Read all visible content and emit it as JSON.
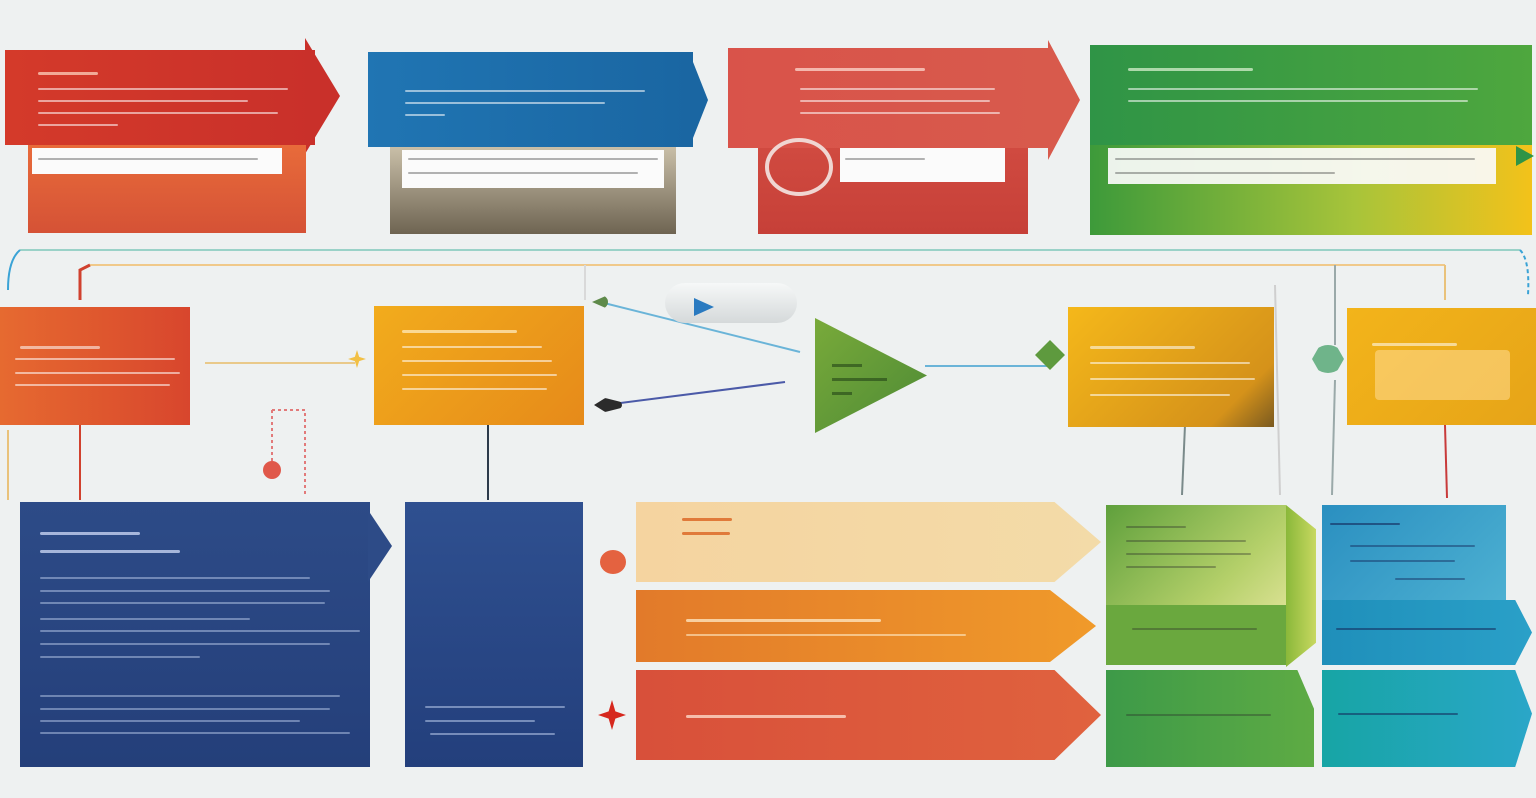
{
  "diagram": {
    "top_banners": [
      {
        "id": "banner-red",
        "color": "#d0412e"
      },
      {
        "id": "banner-blue",
        "color": "#1f6fa8"
      },
      {
        "id": "banner-salmon",
        "color": "#d9534a"
      },
      {
        "id": "banner-green",
        "color": "#3f9a44"
      }
    ],
    "mid_boxes": [
      {
        "id": "box-orange-left",
        "color": "#e0622f"
      },
      {
        "id": "box-amber",
        "color": "#f0a41a"
      },
      {
        "id": "box-amber-right",
        "color": "#f3b417"
      },
      {
        "id": "box-amber-far-right",
        "color": "#f4b31a"
      }
    ],
    "decision": {
      "id": "decision-triangle",
      "color": "#6a9a35"
    },
    "bottom_panels": [
      {
        "id": "panel-navy-large",
        "color": "#2b4a86"
      },
      {
        "id": "panel-navy-narrow",
        "color": "#2c4d8a"
      },
      {
        "id": "panel-tan-arrow",
        "color": "#f2ce8c"
      },
      {
        "id": "panel-orange-arrow",
        "color": "#ea8a2a"
      },
      {
        "id": "panel-red-arrow",
        "color": "#d9523c"
      },
      {
        "id": "panel-green-stack",
        "color": "#6aa83e"
      },
      {
        "id": "panel-teal-stack",
        "color": "#2a9fc4"
      }
    ]
  }
}
